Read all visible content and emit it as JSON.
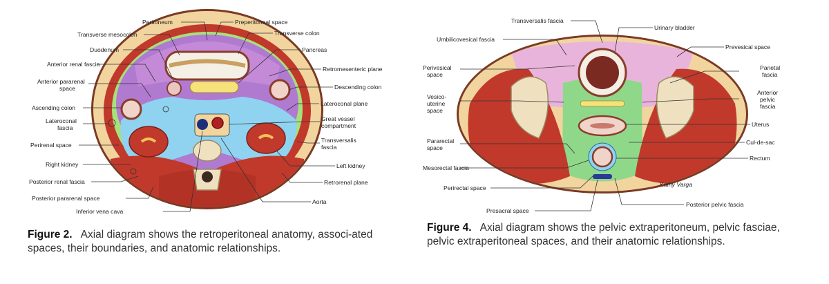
{
  "figure2": {
    "number": "Figure 2.",
    "caption": "Axial diagram shows the retroperitoneal anatomy, associ-ated spaces, their boundaries, and anatomic relationships.",
    "labels": {
      "peritoneum": "Peritoneum",
      "preperitoneal_space": "Preperitoneal space",
      "transverse_mesocolon": "Transverse mesocolon",
      "transverse_colon": "Transverse colon",
      "duodenum": "Duodenum",
      "pancreas": "Pancreas",
      "anterior_renal_fascia": "Anterior renal fascia",
      "retromesenteric_plane": "Retromesenteric plane",
      "anterior_pararenal_1": "Anterior pararenal",
      "anterior_pararenal_2": "space",
      "descending_colon": "Descending colon",
      "ascending_colon": "Ascending colon",
      "lateroconal_plane": "Lateroconal plane",
      "lateroconal_fascia_1": "Lateroconal",
      "lateroconal_fascia_2": "fascia",
      "great_vessel_1": "Great vessel",
      "great_vessel_2": "compartment",
      "perirenal_space": "Perirenal space",
      "transversalis_1": "Transversalis",
      "transversalis_2": "fascia",
      "right_kidney": "Right kidney",
      "left_kidney": "Left kidney",
      "posterior_renal_fascia": "Posterior renal fascia",
      "retrorenal_plane": "Retrorenal plane",
      "posterior_pararenal_space": "Posterior pararenal space",
      "aorta": "Aorta",
      "inferior_vena_cava": "Inferior vena cava"
    }
  },
  "figure4": {
    "number": "Figure 4.",
    "caption": "Axial diagram shows the pelvic extraperitoneum, pelvic fasciae, pelvic extraperitoneal spaces, and their anatomic relationships.",
    "signature": "Kathy Varga",
    "labels": {
      "transversalis_fascia": "Transversalis fascia",
      "urinary_bladder": "Urinary bladder",
      "umbilicovesical_fascia": "Umbilicovesical fascia",
      "prevesical_space": "Prevesical space",
      "perivesical_1": "Perivesical",
      "perivesical_2": "space",
      "parietal_1": "Parietal",
      "parietal_2": "fascia",
      "vesico_1": "Vesico-",
      "vesico_2": "uterine",
      "vesico_3": "space",
      "anterior_pelvic_1": "Anterior",
      "anterior_pelvic_2": "pelvic",
      "anterior_pelvic_3": "fascia",
      "uterus": "Uterus",
      "pararectal_1": "Pararectal",
      "pararectal_2": "space",
      "cul_de_sac": "Cul-de-sac",
      "mesorectal_fascia": "Mesorectal fascia",
      "rectum": "Rectum",
      "perirectal_space": "Perirectal space",
      "posterior_pelvic_fascia": "Posterior pelvic fascia",
      "presacral_space": "Presacral space"
    }
  },
  "colors": {
    "fat": "#f2d49f",
    "muscle": "#c0392b",
    "perirenal_blue": "#8fd3f0",
    "anterior_pararenal_purple": "#b07ad0",
    "peritoneal_pink": "#e8b4dc",
    "perirectal_green": "#8fd88a",
    "posterior_pararenal_green": "#a8e07a",
    "bone": "#efe0c0"
  }
}
